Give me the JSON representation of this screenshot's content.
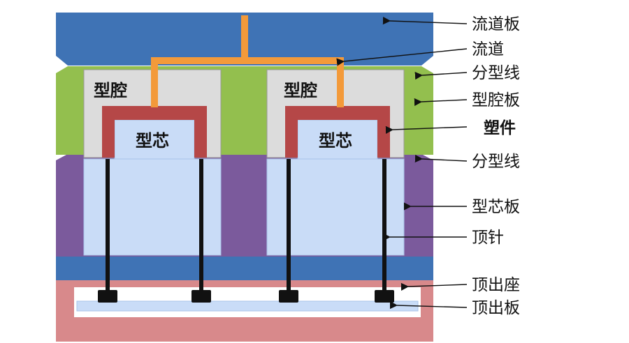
{
  "labels": {
    "cavity_left": "型腔",
    "cavity_right": "型腔",
    "core_left": "型芯",
    "core_right": "型芯"
  },
  "callouts": [
    {
      "id": "runner-plate",
      "text": "流道板"
    },
    {
      "id": "runner",
      "text": "流道"
    },
    {
      "id": "parting-line-top",
      "text": "分型线"
    },
    {
      "id": "cavity-plate",
      "text": "型腔板"
    },
    {
      "id": "molded-part",
      "text": "塑件"
    },
    {
      "id": "parting-line-bottom",
      "text": "分型线"
    },
    {
      "id": "core-plate",
      "text": "型芯板"
    },
    {
      "id": "ejector-pin",
      "text": "顶针"
    },
    {
      "id": "ejector-housing",
      "text": "顶出座"
    },
    {
      "id": "ejector-plate",
      "text": "顶出板"
    }
  ],
  "colors": {
    "blue_plate": "#3f73b5",
    "green_plate": "#93bf4e",
    "purple_plate": "#7b5a9c",
    "pink_housing": "#d8898b",
    "cavity_fill": "#dcdcdc",
    "core_fill": "#c9dcf7",
    "part_red": "#b54747",
    "runner_orange": "#f39a3a",
    "pin_black": "#111111"
  }
}
